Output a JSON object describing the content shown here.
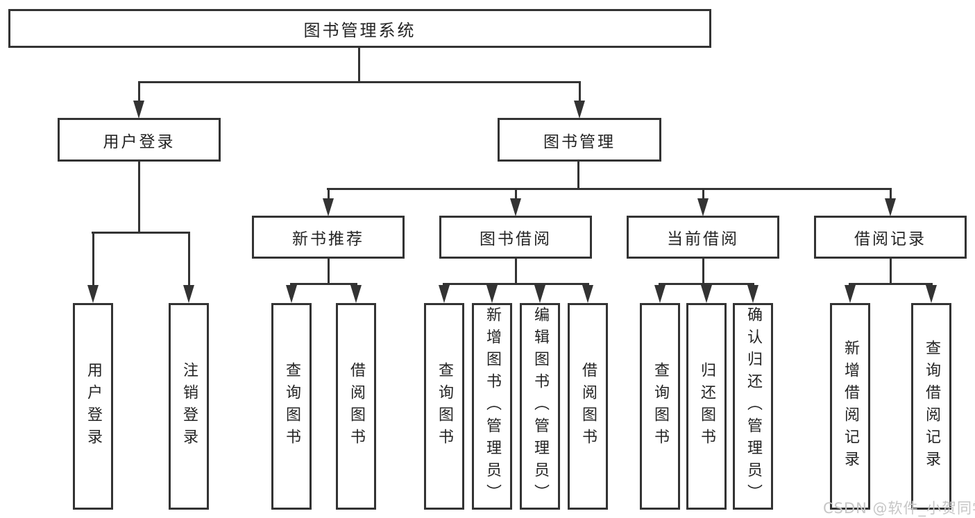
{
  "tree": {
    "root": {
      "label": "图书管理系统"
    },
    "branches": [
      {
        "label": "用户登录",
        "children": [
          {
            "label": "用户登录"
          },
          {
            "label": "注销登录"
          }
        ]
      },
      {
        "label": "图书管理",
        "children": [
          {
            "label": "新书推荐",
            "children": [
              {
                "label": "查询图书"
              },
              {
                "label": "借阅图书"
              }
            ]
          },
          {
            "label": "图书借阅",
            "children": [
              {
                "label": "查询图书"
              },
              {
                "label": "新增图书（管理员）"
              },
              {
                "label": "编辑图书（管理员）"
              },
              {
                "label": "借阅图书"
              }
            ]
          },
          {
            "label": "当前借阅",
            "children": [
              {
                "label": "查询图书"
              },
              {
                "label": "归还图书"
              },
              {
                "label": "确认归还（管理员）"
              }
            ]
          },
          {
            "label": "借阅记录",
            "children": [
              {
                "label": "新增借阅记录"
              },
              {
                "label": "查询借阅记录"
              }
            ]
          }
        ]
      }
    ]
  },
  "watermark": {
    "text": "CSDN @软件_小贺同学"
  },
  "colors": {
    "line": "#333333",
    "text": "#242424",
    "watermark": "#c6c6c6",
    "background": "#ffffff"
  }
}
